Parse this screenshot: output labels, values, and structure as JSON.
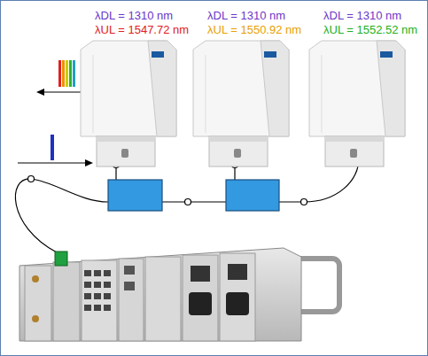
{
  "diagram": {
    "nodes": [
      {
        "text": [
          "λDL = 1310 nm",
          "λUL = 1547.72 nm"
        ]
      },
      {
        "text": [
          "λDL = 1310 nm",
          "λUL = 1550.92 nm"
        ]
      },
      {
        "text": [
          "λDL = 1310 nm",
          "λUL = 1552.52 nm"
        ]
      }
    ]
  }
}
